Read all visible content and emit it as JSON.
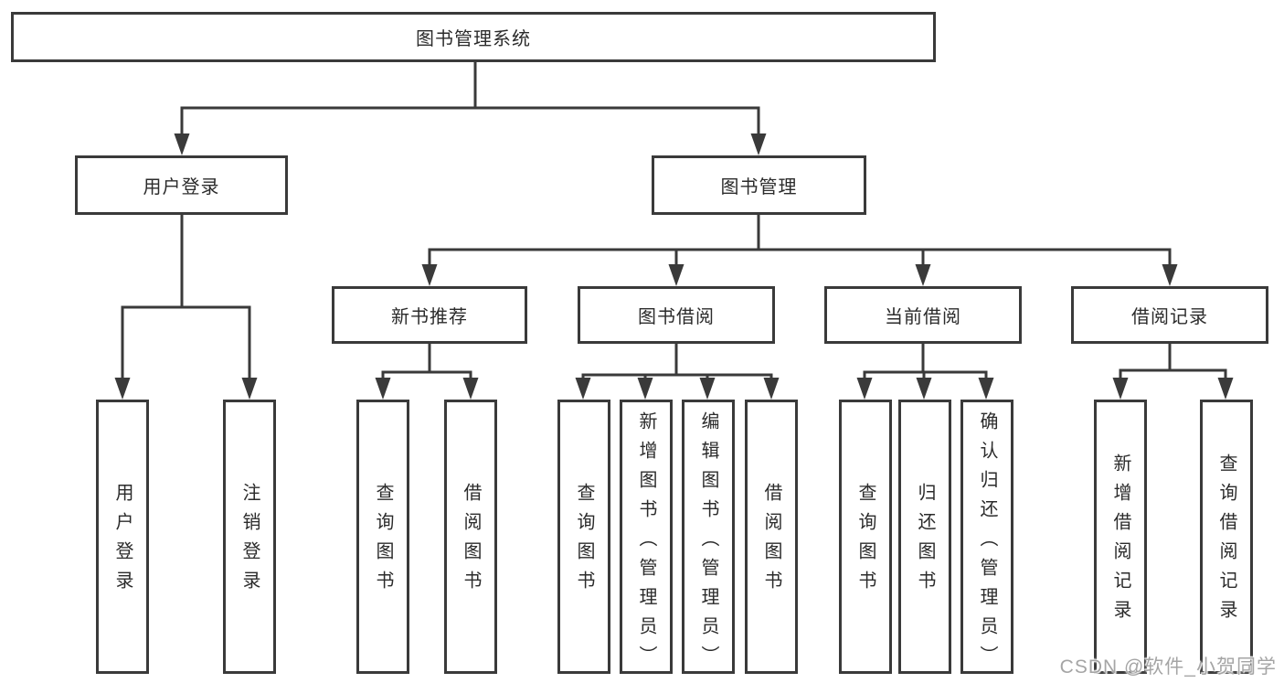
{
  "tree": {
    "label": "图书管理系统",
    "children": [
      {
        "label": "用户登录",
        "children": [
          {
            "label": "用户登录"
          },
          {
            "label": "注销登录"
          }
        ]
      },
      {
        "label": "图书管理",
        "children": [
          {
            "label": "新书推荐",
            "children": [
              {
                "label": "查询图书"
              },
              {
                "label": "借阅图书"
              }
            ]
          },
          {
            "label": "图书借阅",
            "children": [
              {
                "label": "查询图书"
              },
              {
                "label": "新增图书（管理员）"
              },
              {
                "label": "编辑图书（管理员）"
              },
              {
                "label": "借阅图书"
              }
            ]
          },
          {
            "label": "当前借阅",
            "children": [
              {
                "label": "查询图书"
              },
              {
                "label": "归还图书"
              },
              {
                "label": "确认归还（管理员）"
              }
            ]
          },
          {
            "label": "借阅记录",
            "children": [
              {
                "label": "新增借阅记录"
              },
              {
                "label": "查询借阅记录"
              }
            ]
          }
        ]
      }
    ]
  },
  "watermark": {
    "text": "CSDN @软件_小贺同学"
  },
  "colors": {
    "line": "#3a3a3a",
    "box_border": "#3a3a3a",
    "box_bg": "#ffffff",
    "text": "#2b2b2b",
    "bg": "#ffffff",
    "watermark": "#a5a5a5"
  }
}
